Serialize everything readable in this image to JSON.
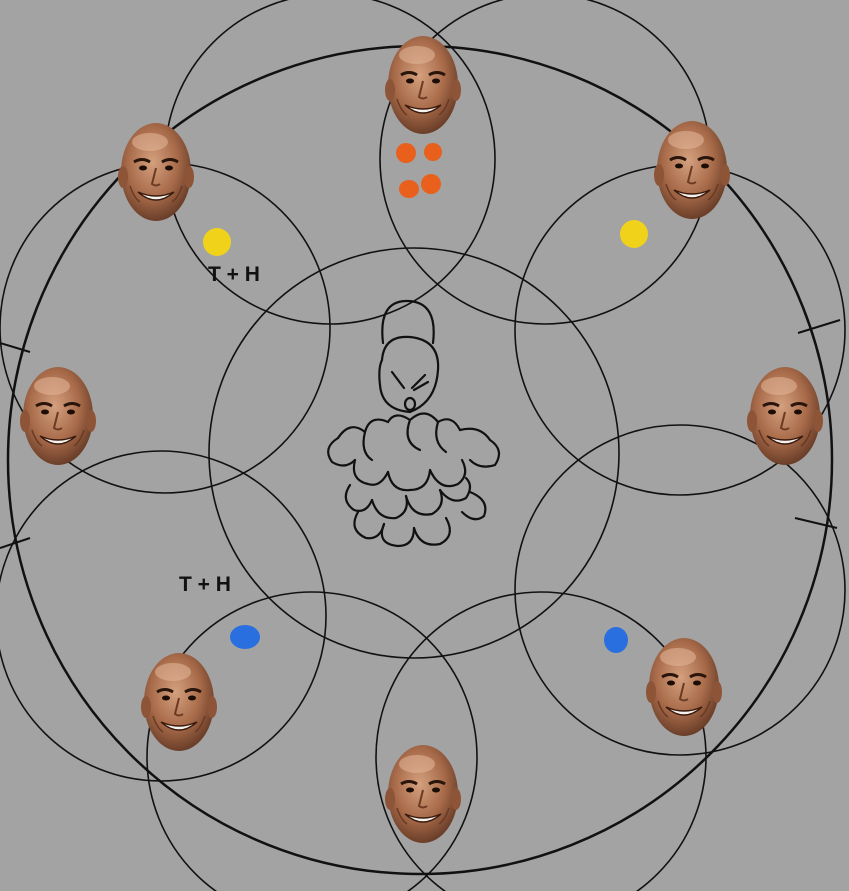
{
  "colors": {
    "background": "#a3a3a3",
    "line": "#111111",
    "orange": "#e8601c",
    "yellow": "#f0d21a",
    "blue": "#2a6fe0",
    "skin": "#a86b4a"
  },
  "labels": {
    "upper_left": "T + H",
    "lower_left": "T + H"
  },
  "icons": {
    "face": "bald-smiling-face-icon",
    "boss": "angry-boss-doodle-icon"
  },
  "markers": {
    "orange_count": 4,
    "yellow_count": 2,
    "blue_count": 2,
    "face_count": 8
  }
}
